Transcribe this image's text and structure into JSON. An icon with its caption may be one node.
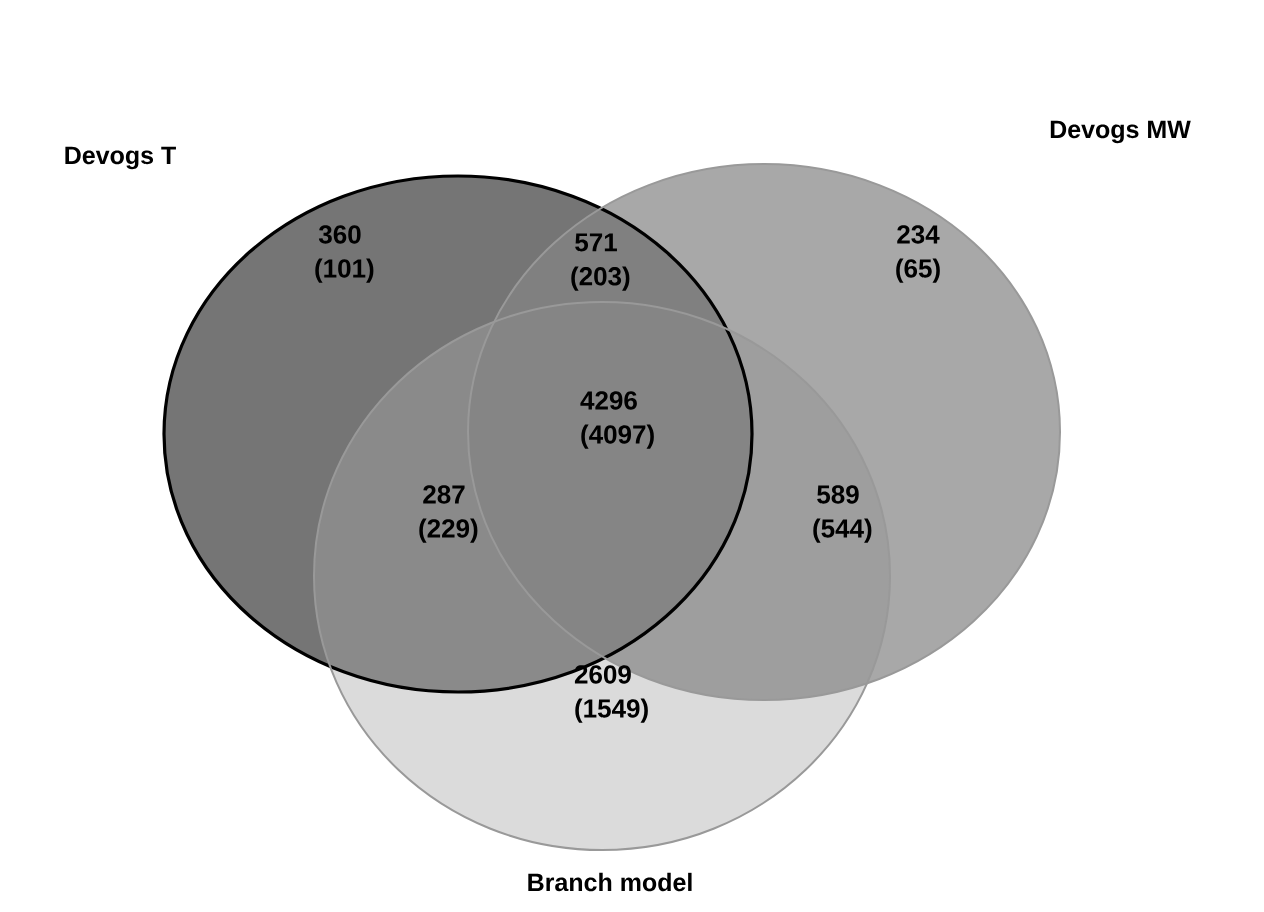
{
  "diagram": {
    "nodes": [
      {
        "text": [
          "Devogs T"
        ]
      },
      {
        "text": [
          "Devogs MW"
        ]
      },
      {
        "text": [
          "Branch model"
        ]
      }
    ],
    "labels": [
      "360 (101)",
      "571 (203)",
      "234 (65)",
      "4296 (4097)",
      "287 (229)",
      "589 (544)",
      "2609 (1549)"
    ]
  }
}
